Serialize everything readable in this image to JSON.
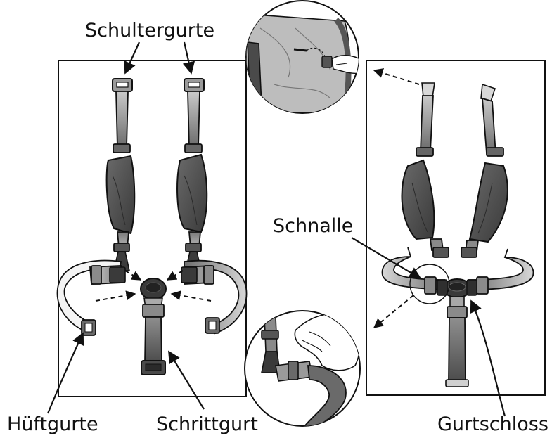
{
  "labels": {
    "shoulder_straps": "Schultergurte",
    "buckle": "Schnalle",
    "hip_straps": "Hüftgurte",
    "crotch_strap": "Schrittgurt",
    "buckle_lock": "Gurtschloss"
  },
  "colors": {
    "outline": "#1a1a1a",
    "pad": "#4a4a4a",
    "strap_light": "#c4c4c4",
    "strap_dark": "#5c5c5c",
    "background": "#ffffff"
  }
}
